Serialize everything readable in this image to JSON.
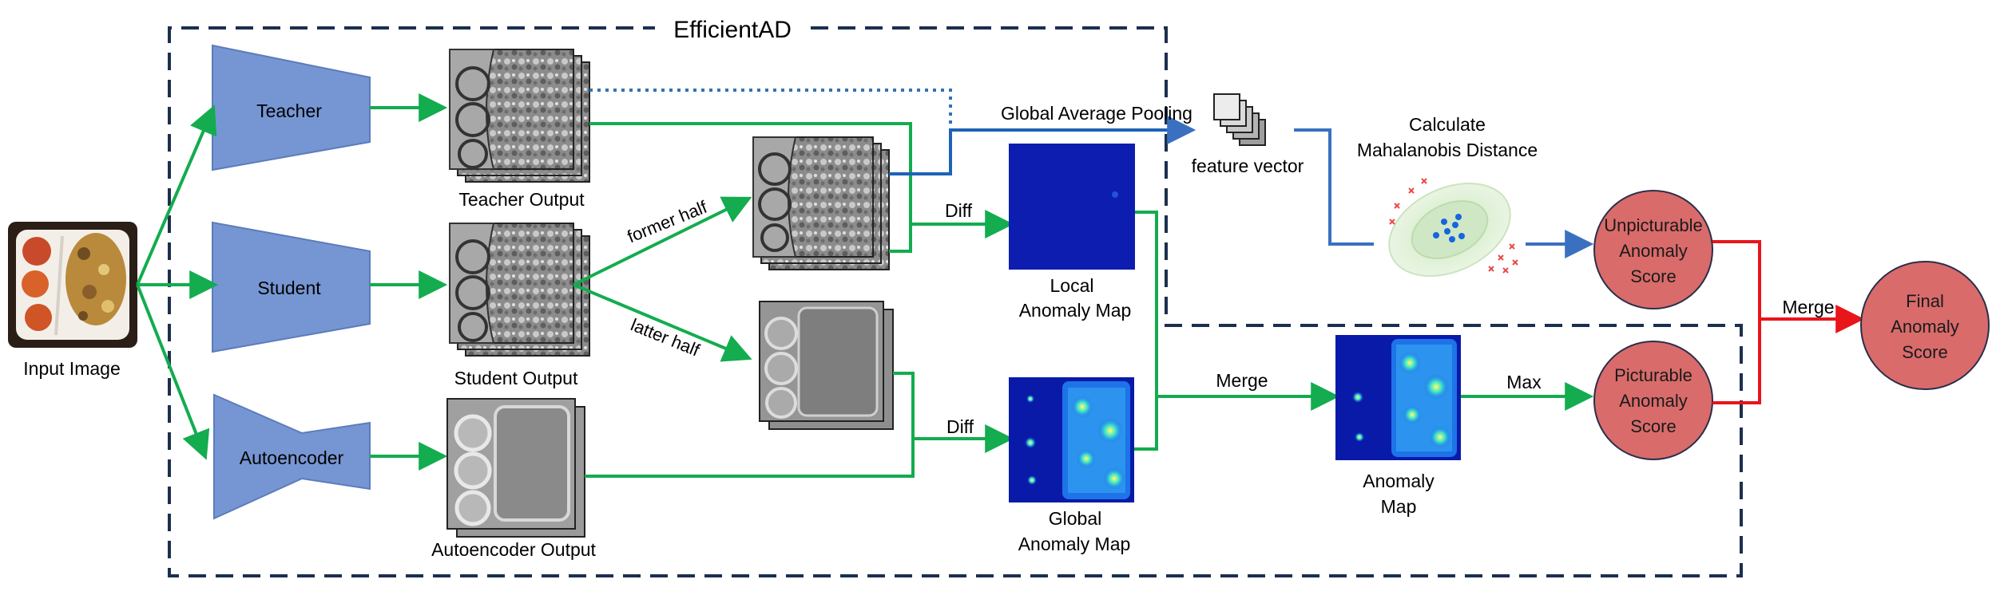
{
  "frame": {
    "title": "EfficientAD"
  },
  "input": {
    "label": "Input Image"
  },
  "networks": [
    {
      "label": "Teacher",
      "output_label": "Teacher Output"
    },
    {
      "label": "Student",
      "output_label": "Student Output"
    },
    {
      "label": "Autoencoder",
      "output_label": "Autoencoder Output"
    }
  ],
  "split": {
    "former": "former half",
    "latter": "latter half"
  },
  "diff_labels": {
    "top": "Diff",
    "bottom": "Diff"
  },
  "maps": {
    "local": {
      "line1": "Local",
      "line2": "Anomaly Map"
    },
    "global": {
      "line1": "Global",
      "line2": "Anomaly Map"
    },
    "combined": {
      "line1": "Anomaly",
      "line2": "Map"
    }
  },
  "pooling": {
    "label": "Global Average Pooling"
  },
  "feature": {
    "label": "feature vector"
  },
  "mahalanobis": {
    "line1": "Calculate",
    "line2": "Mahalanobis Distance"
  },
  "merge_labels": {
    "maps": "Merge",
    "scores": "Merge"
  },
  "max_label": "Max",
  "scores": {
    "unpicturable": {
      "line1": "Unpicturable",
      "line2": "Anomaly",
      "line3": "Score"
    },
    "picturable": {
      "line1": "Picturable",
      "line2": "Anomaly",
      "line3": "Score"
    },
    "final": {
      "line1": "Final",
      "line2": "Anomaly",
      "line3": "Score"
    }
  },
  "colors": {
    "network": "#7696d3",
    "green_arrow": "#13ac4f",
    "blue_line": "#3b70c0",
    "red_line": "#e8151b",
    "score_circle": "#d96b6b",
    "frame": "#1c2f4e",
    "heatmap_bg": "#0a1aa8"
  }
}
